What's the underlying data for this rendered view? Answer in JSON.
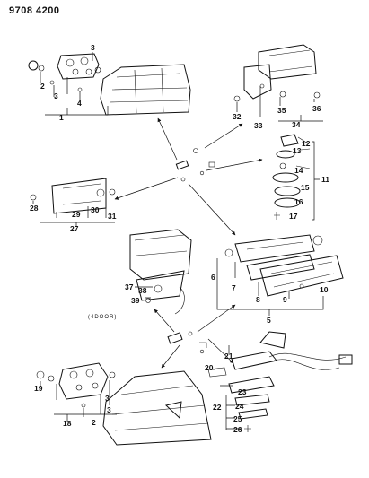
{
  "header": {
    "code": "9708 4200"
  },
  "variant_note": "(4DOOR)",
  "callouts": [
    "1",
    "2",
    "3",
    "3",
    "4",
    "5",
    "6",
    "7",
    "8",
    "9",
    "10",
    "11",
    "12",
    "13",
    "14",
    "15",
    "16",
    "17",
    "18",
    "2",
    "3",
    "19",
    "20",
    "21",
    "22",
    "23",
    "24",
    "25",
    "26",
    "27",
    "28",
    "29",
    "30",
    "31",
    "32",
    "33",
    "34",
    "35",
    "36",
    "37",
    "38",
    "39",
    "3"
  ]
}
